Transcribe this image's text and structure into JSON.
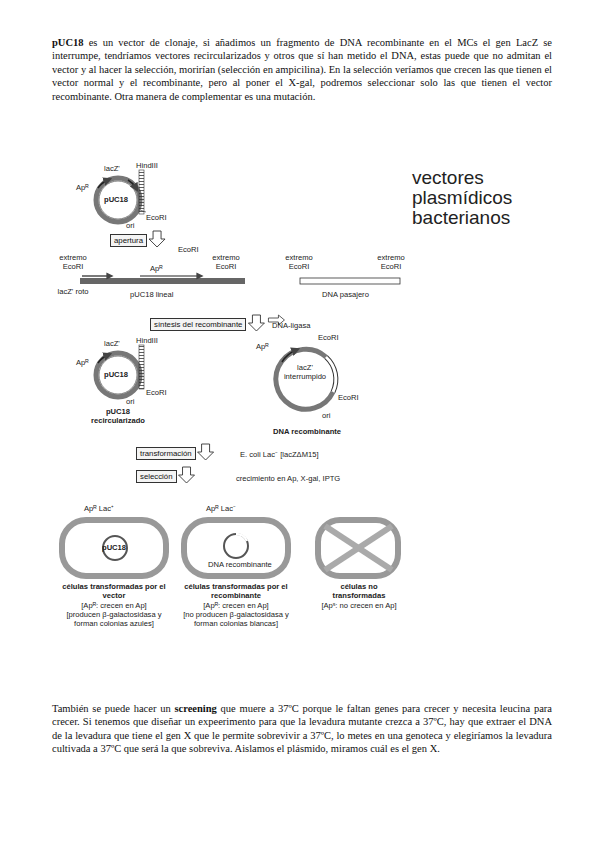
{
  "diagram": {
    "title": "vectores plasmídicos bacterianos",
    "nodes": [
      {
        "text": [
          "apertura"
        ]
      },
      {
        "text": [
          "síntesis del recombinante"
        ]
      },
      {
        "text": [
          "transformación"
        ]
      },
      {
        "text": [
          "selección"
        ]
      }
    ],
    "labels": [
      "pUC18",
      "es un vector de clonaje, si añadimos un fragmento de DNA recombinante en el MCs el gen LacZ se interrumpe, tendríamos vectores recircularizados y otros que sí han metido el DNA, estas puede que no admitan el vector y al hacer la selección, morirían (selección en ampicilina). En la selección veríamos que crecen las que tienen el vector normal y el recombinante, pero al poner el X-gal, podremos seleccionar solo las que tienen el vector recombinante. Otra manera de complementar es una mutación.",
      "lacZ'",
      "HindIII",
      "Apᴿ",
      "pUC18",
      "EcoRI",
      "ori",
      "EcoRI",
      "extremo EcoRI",
      "Apᴿ",
      "extremo EcoRI",
      "lacZ' roto",
      "pUC18 lineal",
      "extremo EcoRI",
      "extremo EcoRI",
      "DNA pasajero",
      "DNA-ligasa",
      "lacZ'",
      "HindIII",
      "Apᴿ",
      "pUC18",
      "EcoRI",
      "ori",
      "pUC18 recircularizado",
      "EcoRI",
      "Apᴿ",
      "lacZ' interrumpido",
      "EcoRI",
      "ori",
      "DNA recombinante",
      "E. coli Lac⁻ [lacZΔM15]",
      "crecimiento en Ap, X-gal, IPTG",
      "Apᴿ Lac⁺",
      "pUC18",
      "células transformadas por el vector",
      "[Apᴿ: crecen en Ap]",
      "[producen β-galactosidasa y forman colonias azules]",
      "Apᴿ Lac⁻",
      "DNA recombinante",
      "células transformadas por el recombinante",
      "[Apᴿ: crecen en Ap]",
      "[no producen β-galactosidasa y forman colonias blancas]",
      "células no transformadas",
      "[Apˢ: no crecen en Ap]",
      "También se puede hacer un",
      "screening",
      "que muere a 37ºC porque le faltan genes para crecer y necesita leucina para crecer. Si tenemos que diseñar un expeerimento para que la levadura mutante crezca a 37ºC, hay que extraer el DNA de la levadura que tiene el gen X que le permite sobrevivir a 37ºC, lo metes en una genoteca y elegiríamos la levadura cultivada a 37ºC que será la que sobreviva. Aislamos el plásmido, miramos cuál es el gen X."
    ]
  }
}
